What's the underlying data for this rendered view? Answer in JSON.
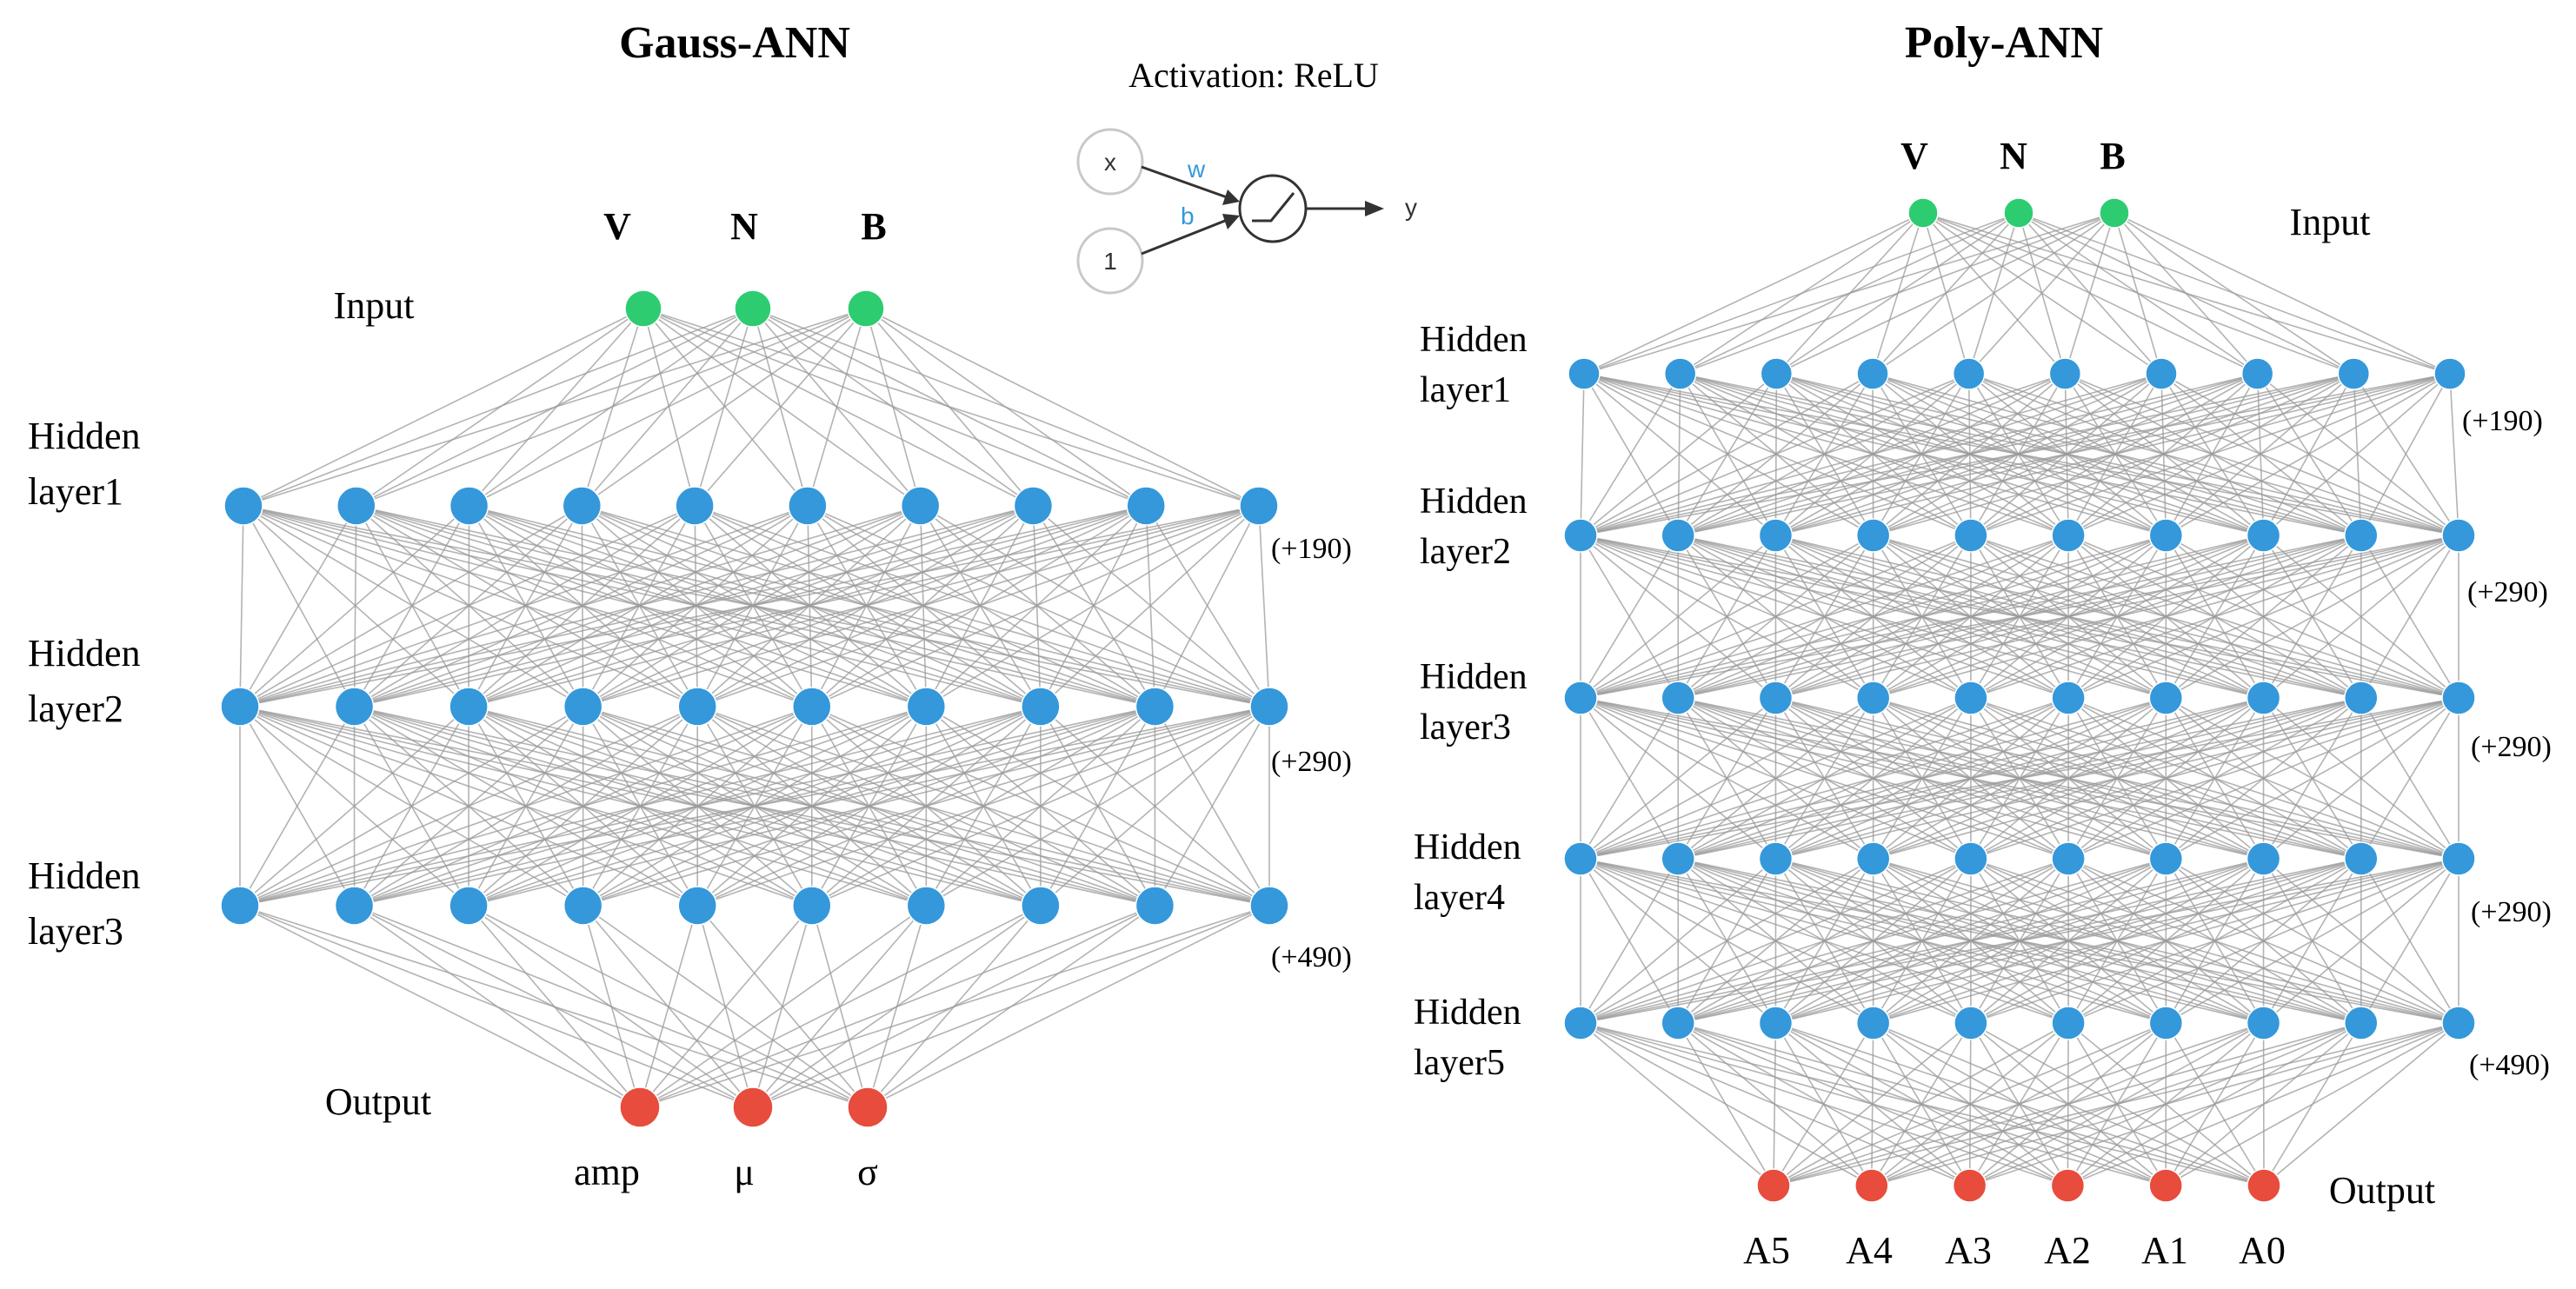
{
  "colors": {
    "input": "#2ecc71",
    "hidden": "#3498db",
    "output": "#e74c3c",
    "edge": "#9a9a9a",
    "neuron_stroke": "#8a8a8a"
  },
  "gauss": {
    "title": "Gauss-ANN",
    "input_label": "Input",
    "output_label": "Output",
    "input_names": [
      "V",
      "N",
      "B"
    ],
    "hidden_layers": [
      {
        "label1": "Hidden",
        "label2": "layer1",
        "extra": "(+190)",
        "visible_nodes": 10
      },
      {
        "label1": "Hidden",
        "label2": "layer2",
        "extra": "(+290)",
        "visible_nodes": 10
      },
      {
        "label1": "Hidden",
        "label2": "layer3",
        "extra": "(+490)",
        "visible_nodes": 10
      }
    ],
    "output_names": [
      "amp",
      "μ",
      "σ"
    ]
  },
  "poly": {
    "title": "Poly-ANN",
    "input_label": "Input",
    "output_label": "Output",
    "input_names": [
      "V",
      "N",
      "B"
    ],
    "hidden_layers": [
      {
        "label1": "Hidden",
        "label2": "layer1",
        "extra": "(+190)",
        "visible_nodes": 10
      },
      {
        "label1": "Hidden",
        "label2": "layer2",
        "extra": "(+290)",
        "visible_nodes": 10
      },
      {
        "label1": "Hidden",
        "label2": "layer3",
        "extra": "(+290)",
        "visible_nodes": 10
      },
      {
        "label1": "Hidden",
        "label2": "layer4",
        "extra": "(+290)",
        "visible_nodes": 10
      },
      {
        "label1": "Hidden",
        "label2": "layer5",
        "extra": "(+490)",
        "visible_nodes": 10
      }
    ],
    "output_names": [
      "A5",
      "A4",
      "A3",
      "A2",
      "A1",
      "A0"
    ]
  },
  "activation": {
    "title": "Activation: ReLU",
    "input_x": "x",
    "input_one": "1",
    "weight": "w",
    "bias": "b",
    "output_y": "y"
  }
}
